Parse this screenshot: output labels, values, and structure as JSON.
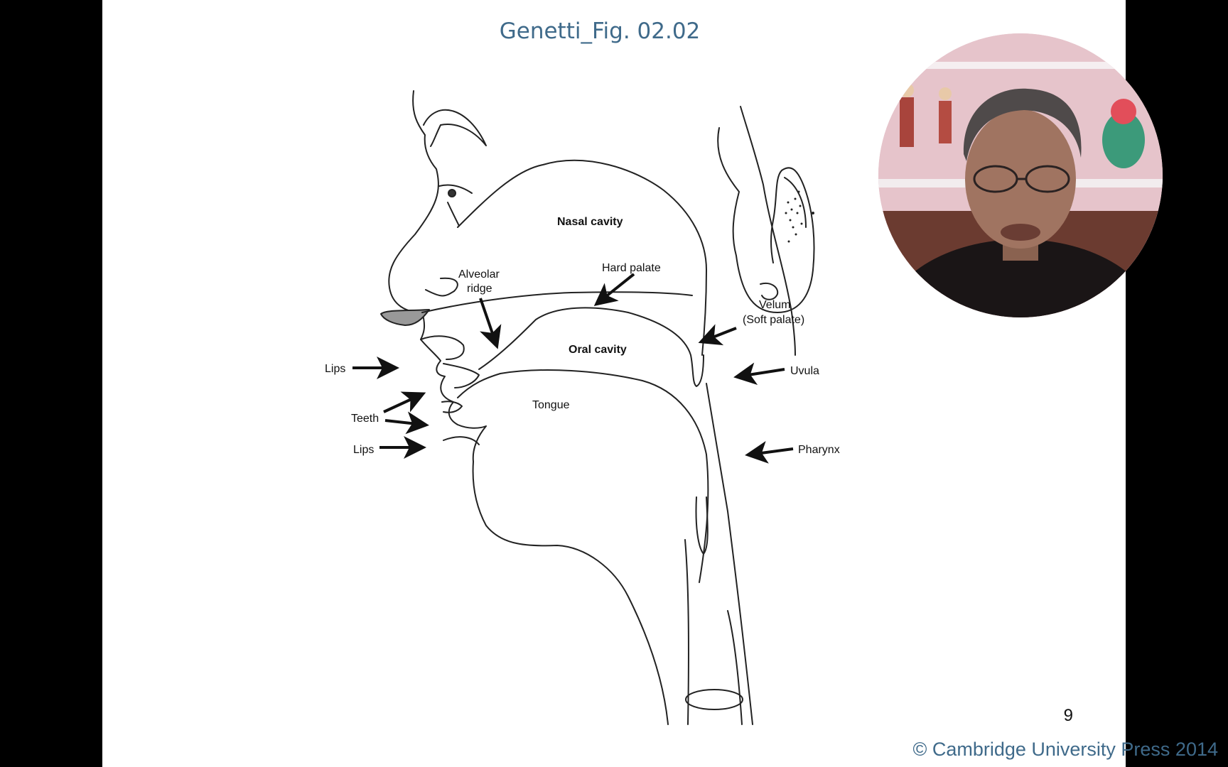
{
  "slide": {
    "title": "Genetti_Fig. 02.02",
    "page_number": "9",
    "copyright": "© Cambridge University Press 2014"
  },
  "diagram": {
    "labels": {
      "nasal_cavity": "Nasal cavity",
      "alveolar_ridge_1": "Alveolar",
      "alveolar_ridge_2": "ridge",
      "hard_palate": "Hard palate",
      "velum_1": "Velum",
      "velum_2": "(Soft palate)",
      "oral_cavity": "Oral cavity",
      "lips_upper": "Lips",
      "uvula": "Uvula",
      "tongue": "Tongue",
      "teeth": "Teeth",
      "lips_lower": "Lips",
      "pharynx": "Pharynx"
    }
  },
  "colors": {
    "title": "#3f6a8a",
    "copyright": "#3f6a8a",
    "background": "#000000",
    "slide": "#ffffff"
  }
}
